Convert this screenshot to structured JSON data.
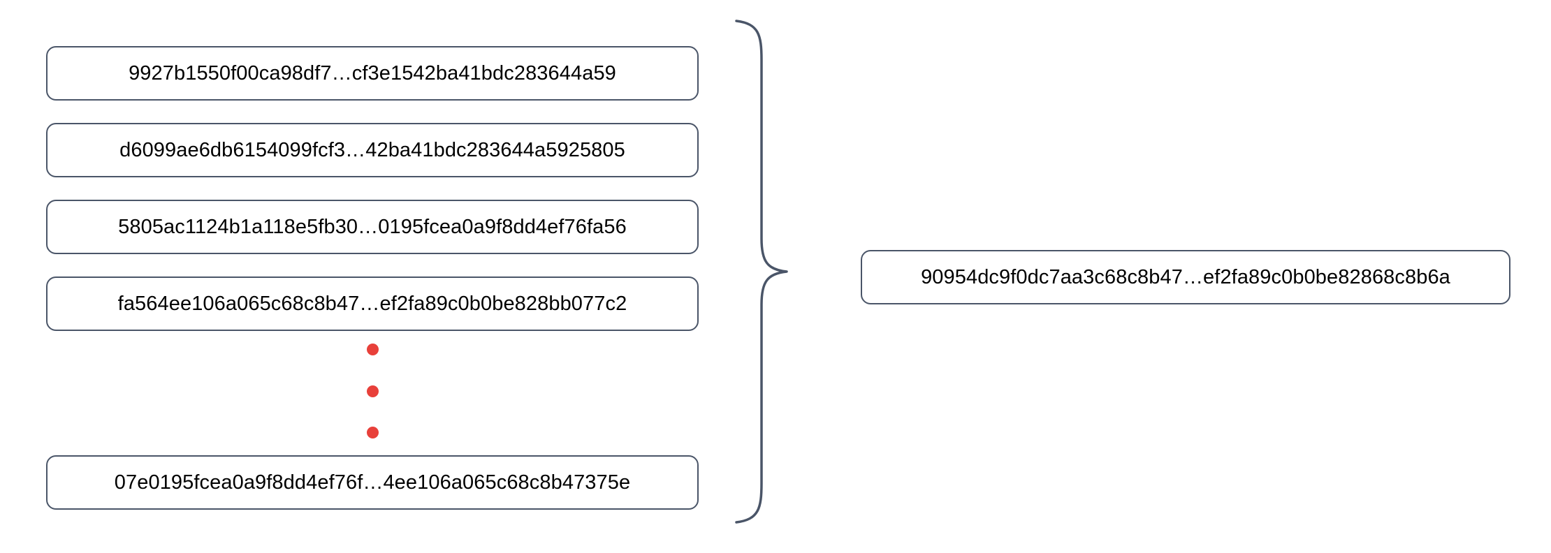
{
  "diagram": {
    "type": "merkle-hash-aggregation",
    "inputs": [
      {
        "hash": "9927b1550f00ca98df7…cf3e1542ba41bdc283644a59"
      },
      {
        "hash": "d6099ae6db6154099fcf3…42ba41bdc283644a5925805"
      },
      {
        "hash": "5805ac1124b1a118e5fb30…0195fcea0a9f8dd4ef76fa56"
      },
      {
        "hash": "fa564ee106a065c68c8b47…ef2fa89c0b0be828bb077c2"
      },
      {
        "hash": "07e0195fcea0a9f8dd4ef76f…4ee106a065c68c8b47375e"
      }
    ],
    "ellipsis": {
      "icon": "vertical-ellipsis-icon",
      "dot_count": 3,
      "color": "#e8403a"
    },
    "brace": {
      "icon": "curly-brace-icon",
      "orientation": "left-facing",
      "color": "#4a5568"
    },
    "output": {
      "hash": "90954dc9f0dc7aa3c68c8b47…ef2fa89c0b0be82868c8b6a"
    },
    "colors": {
      "box_border": "#4a5568",
      "box_fill": "#ffffff",
      "text": "#000000",
      "accent": "#e8403a",
      "background": "#ffffff"
    }
  }
}
